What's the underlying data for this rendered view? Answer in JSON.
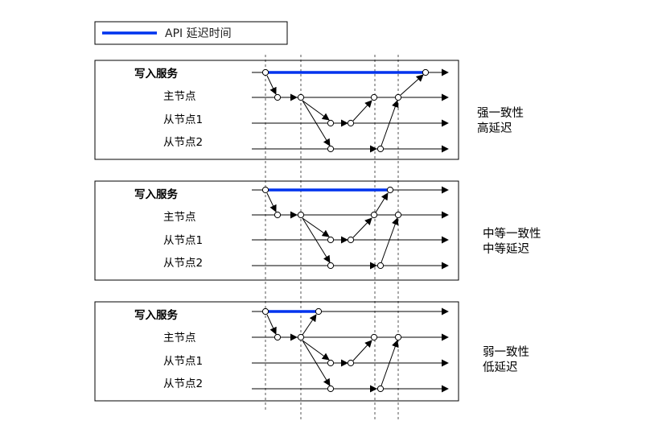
{
  "legend": {
    "label": "API 延迟时间",
    "line_color": "#0033ee"
  },
  "panels": [
    {
      "rows": [
        "写入服务",
        "主节点",
        "从节点1",
        "从节点2"
      ],
      "side": [
        "强一致性",
        "高延迟"
      ]
    },
    {
      "rows": [
        "写入服务",
        "主节点",
        "从节点1",
        "从节点2"
      ],
      "side": [
        "中等一致性",
        "中等延迟"
      ]
    },
    {
      "rows": [
        "写入服务",
        "主节点",
        "从节点1",
        "从节点2"
      ],
      "side": [
        "弱一致性",
        "低延迟"
      ]
    }
  ]
}
